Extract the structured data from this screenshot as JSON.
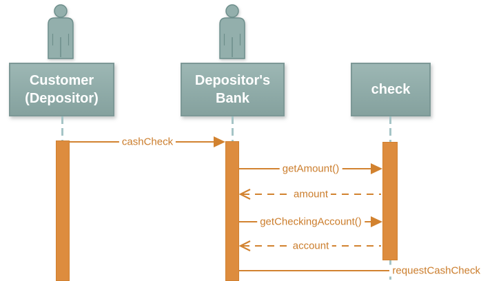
{
  "diagram": {
    "kind": "UML sequence diagram",
    "actors": [
      {
        "label": "Customer (Depositor)",
        "icon": "person-icon"
      },
      {
        "label": "Depositor's Bank",
        "icon": "person-icon"
      },
      {
        "label": "check",
        "icon": null
      }
    ],
    "messages": [
      {
        "label": "cashCheck",
        "from": "Customer (Depositor)",
        "to": "Depositor's Bank",
        "line": "solid",
        "arrow": "filled-right"
      },
      {
        "label": "getAmount()",
        "from": "Depositor's Bank",
        "to": "check",
        "line": "solid",
        "arrow": "filled-right"
      },
      {
        "label": "amount",
        "from": "check",
        "to": "Depositor's Bank",
        "line": "dashed",
        "arrow": "open-left"
      },
      {
        "label": "getCheckingAccount()",
        "from": "Depositor's Bank",
        "to": "check",
        "line": "solid",
        "arrow": "filled-right"
      },
      {
        "label": "account",
        "from": "check",
        "to": "Depositor's Bank",
        "line": "dashed",
        "arrow": "open-left"
      },
      {
        "label": "requestCashCheck",
        "from": "Depositor's Bank",
        "to": "off-screen right",
        "line": "solid",
        "arrow": "cut-off"
      }
    ],
    "colors": {
      "actor_fill_top": "#9db7b4",
      "actor_fill_bottom": "#85a19e",
      "actor_border": "#7c9896",
      "actor_text": "#ffffff",
      "lifeline": "#a5c4c6",
      "activation_bar": "#dd8c3e",
      "message": "#d2822f"
    }
  }
}
